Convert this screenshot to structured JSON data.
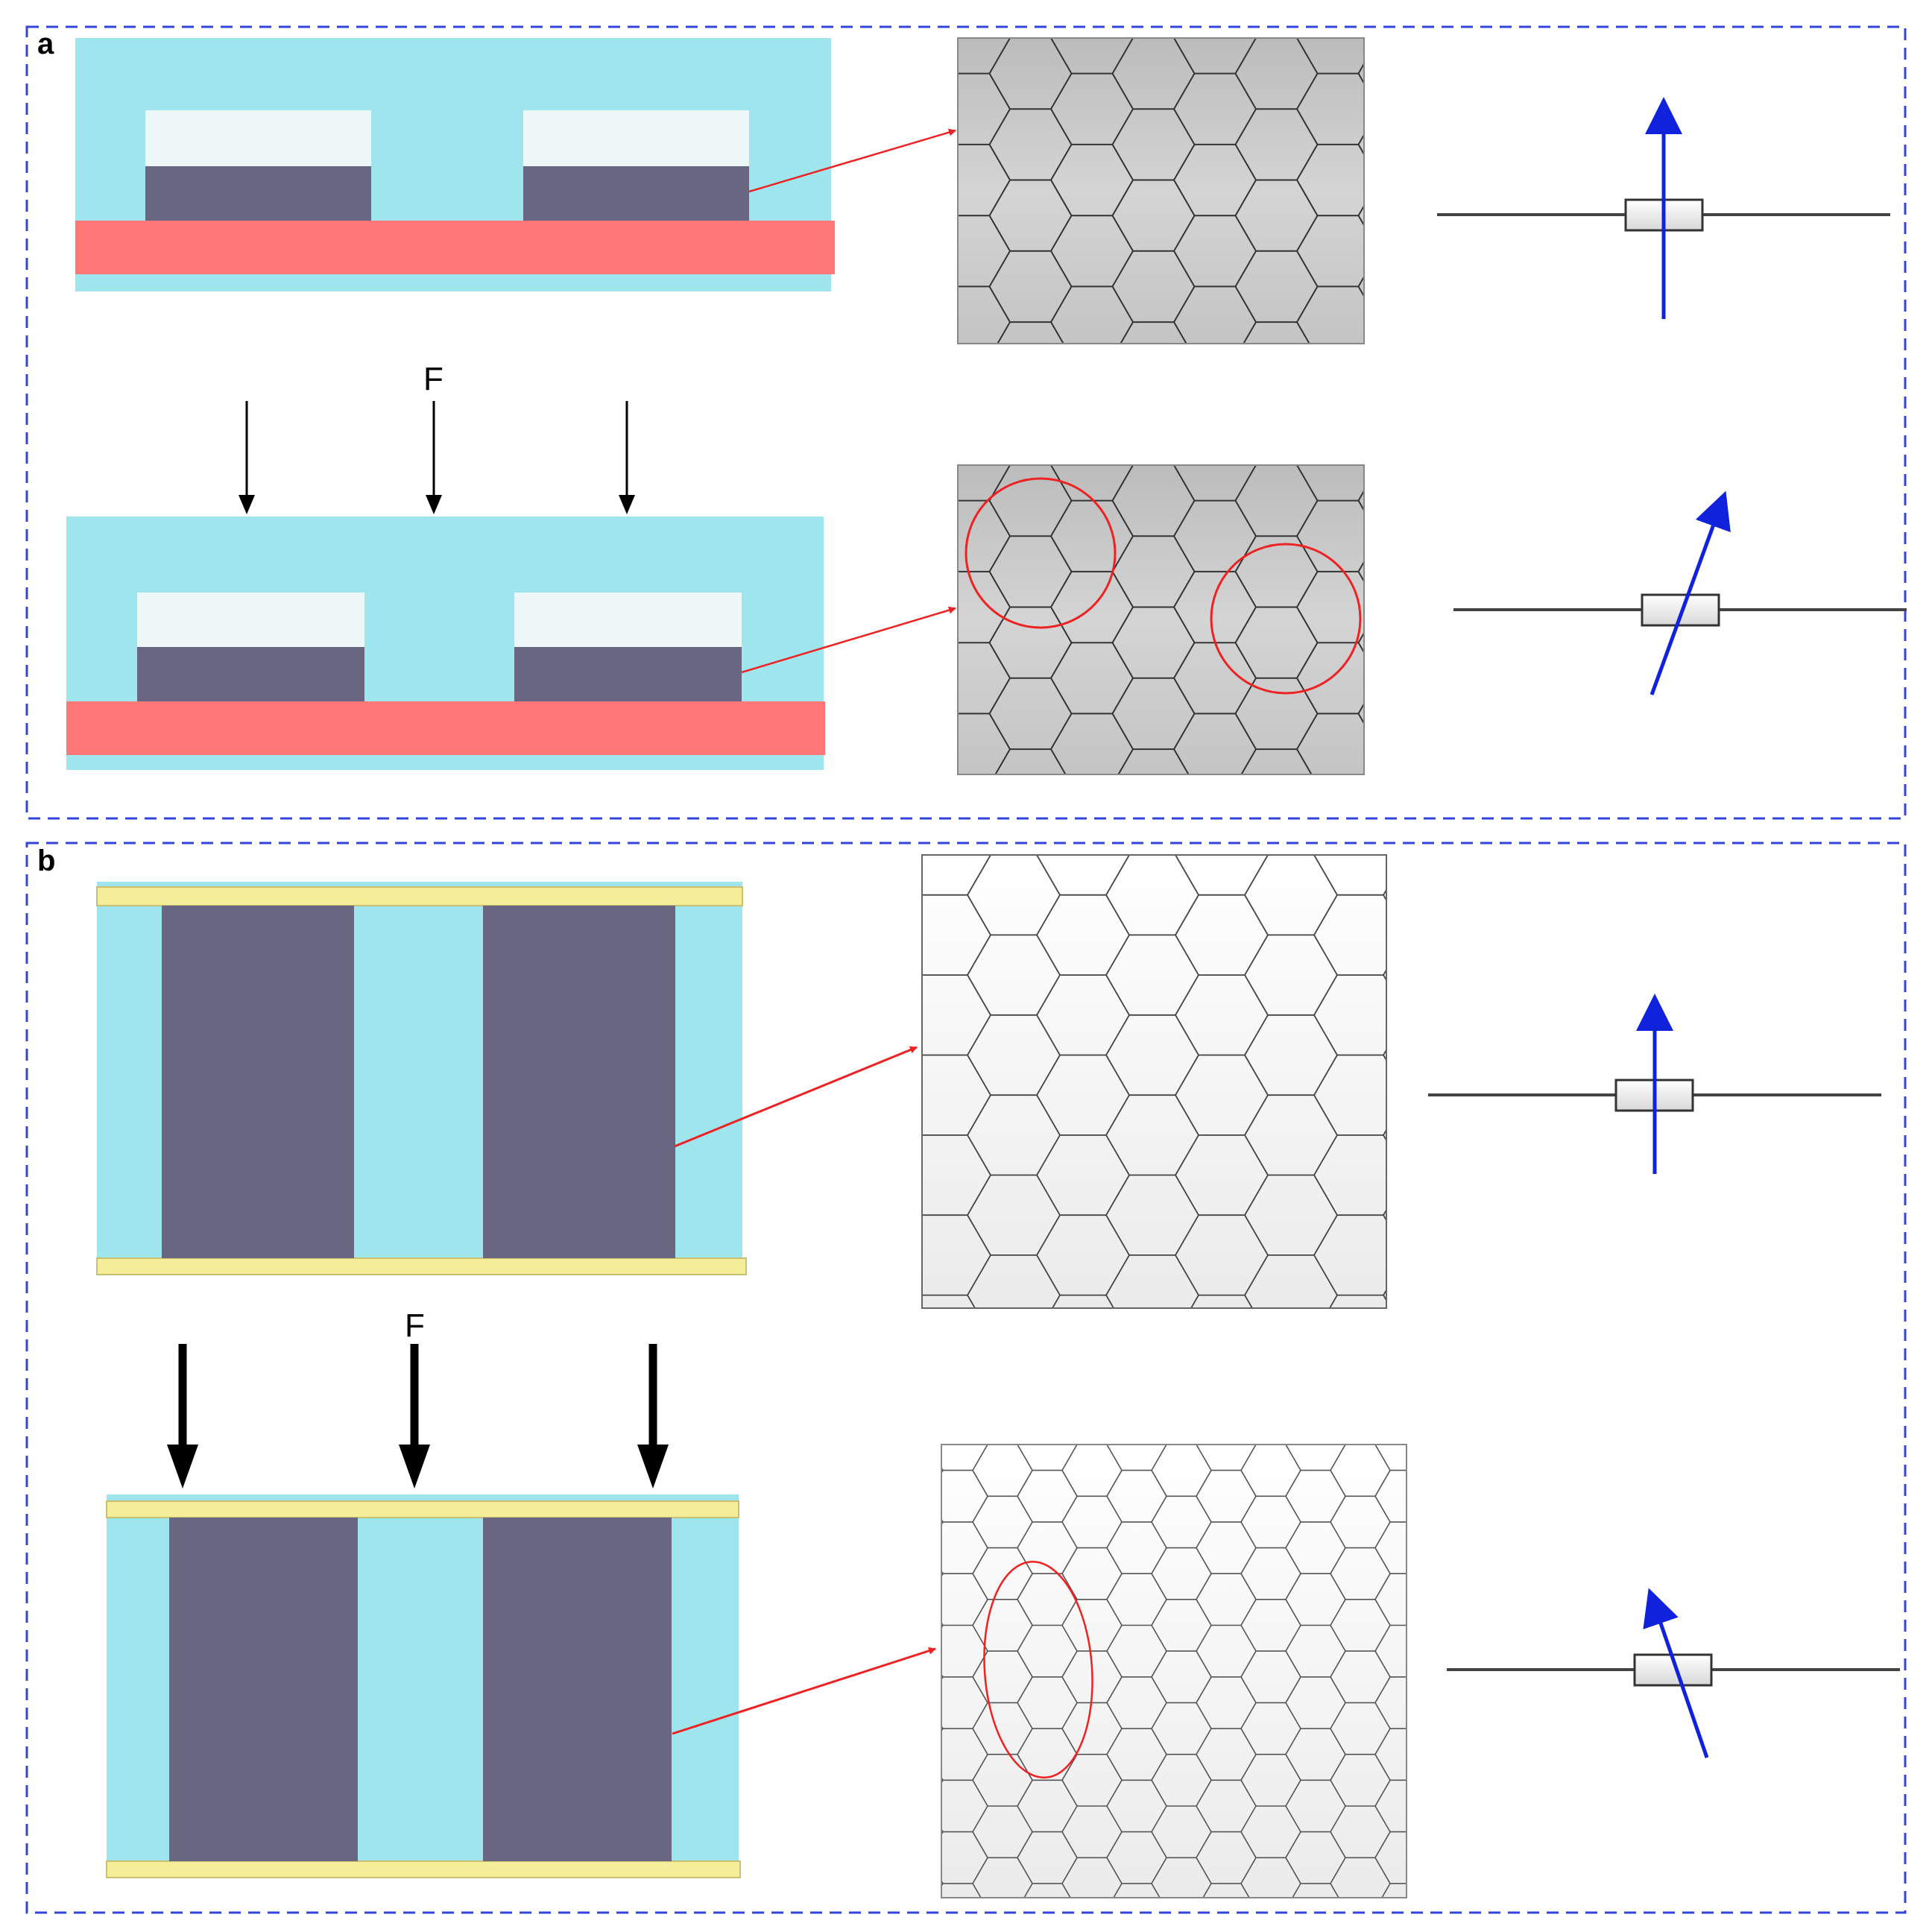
{
  "panels": [
    {
      "label": "a",
      "force_label": "F"
    },
    {
      "label": "b",
      "force_label": "F"
    }
  ],
  "colors": {
    "frame": "#3344dd",
    "matrix": "#9ee5ee",
    "electrode_a": "#ff7777",
    "electrode_b": "#f5ee99",
    "active_dark": "#686680",
    "active_light": "#eef7f8",
    "cells_a": "#d0d0d0",
    "cells_b": "#f5f5f5",
    "callout": "#ee2222",
    "dipole": "#1122dd"
  }
}
